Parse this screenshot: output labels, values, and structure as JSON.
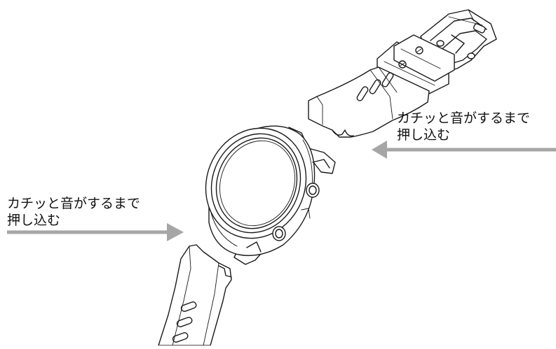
{
  "callouts": {
    "right": {
      "line1": "カチッと音がするまで",
      "line2": "押し込む"
    },
    "left": {
      "line1": "カチッと音がするまで",
      "line2": "押し込む"
    }
  },
  "colors": {
    "arrow": "#a6a6a6",
    "ink": "#1a1a1a",
    "background": "#ffffff"
  }
}
